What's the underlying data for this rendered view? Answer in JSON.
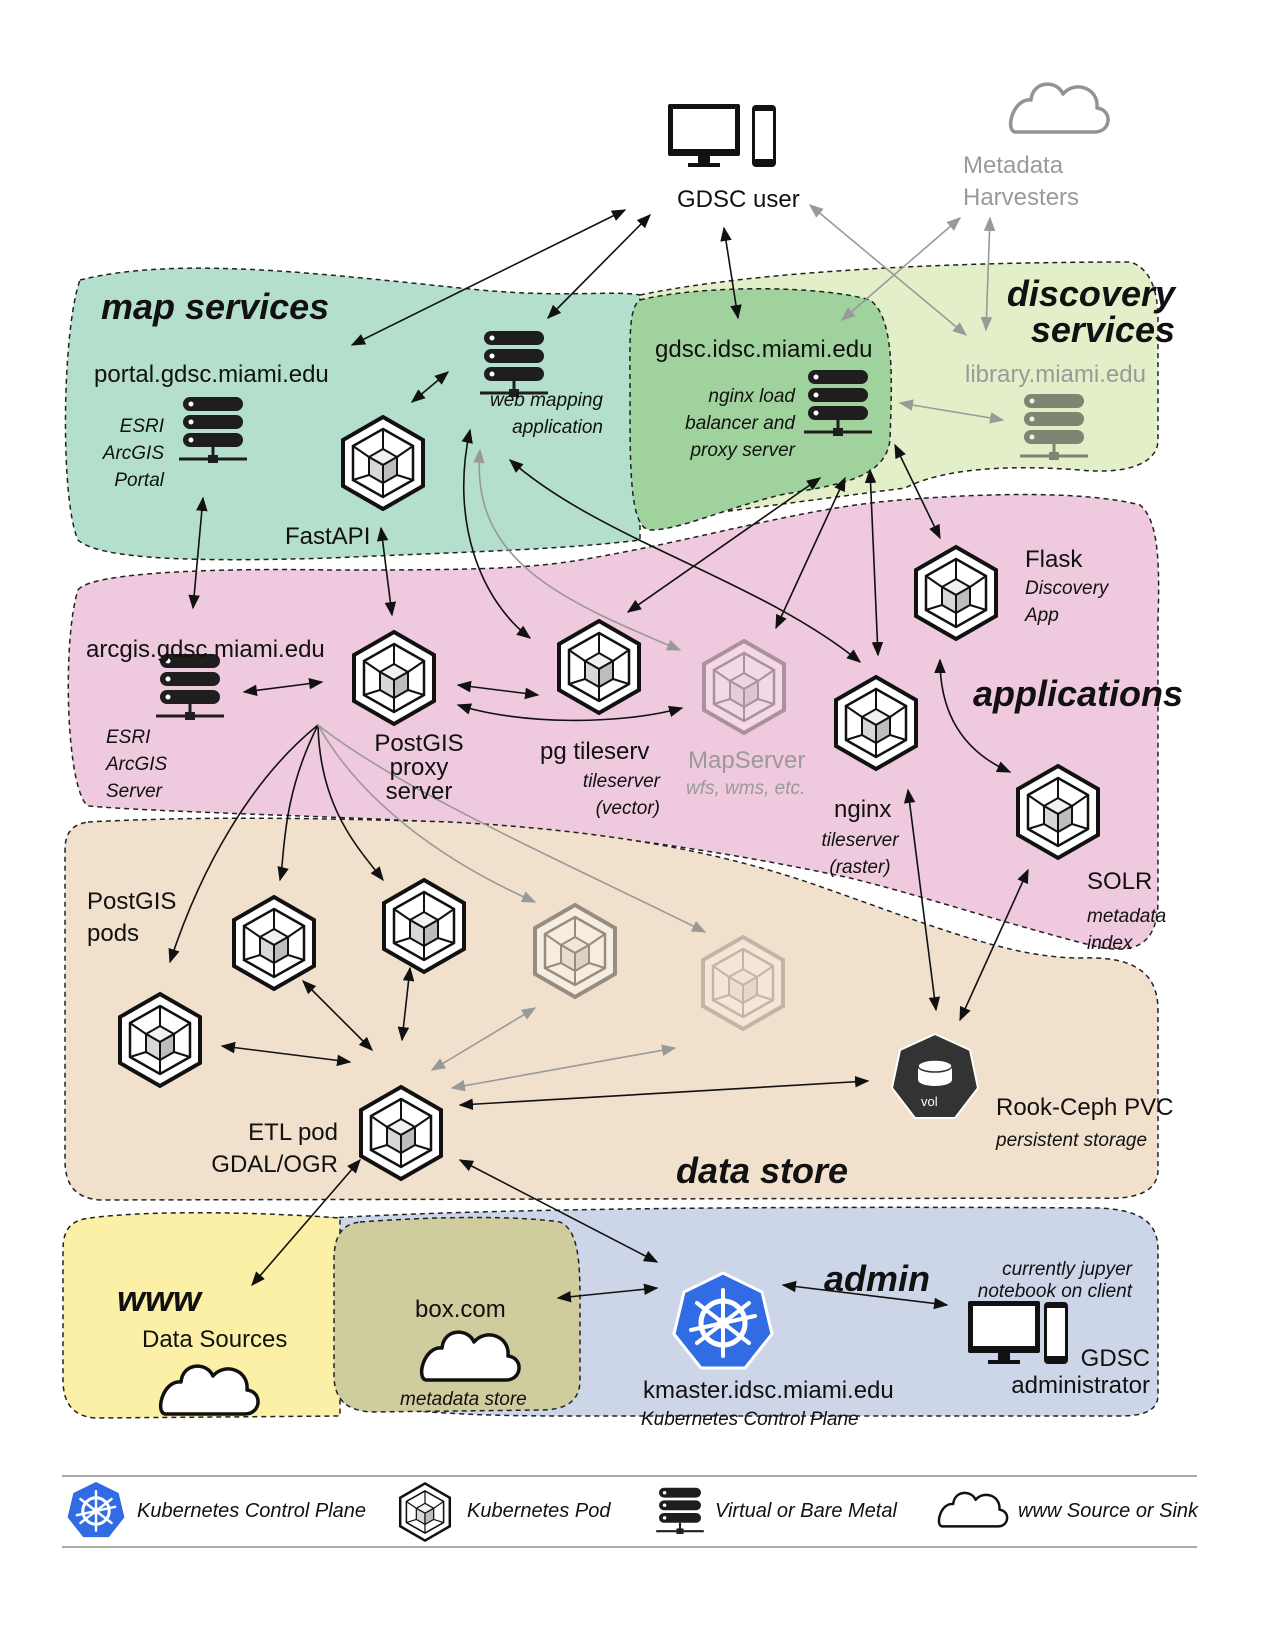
{
  "regions": {
    "map_services": "map services",
    "discovery_services": "discovery services",
    "applications": "applications",
    "data_store": "data store",
    "www": "www",
    "admin": "admin"
  },
  "nodes": {
    "gdsc_user": "GDSC user",
    "metadata_harvesters": "Metadata Harvesters",
    "portal_host": "portal.gdsc.miami.edu",
    "esri_portal": "ESRI ArcGIS Portal",
    "fastapi": "FastAPI",
    "web_mapping": "web mapping application",
    "gdsc_host": "gdsc.idsc.miami.edu",
    "nginx_lb": "nginx load balancer and proxy server",
    "library_host": "library.miami.edu",
    "flask_title": "Flask",
    "flask_sub": "Discovery App",
    "arcgis_host": "arcgis.gdsc.miami.edu",
    "esri_server": "ESRI ArcGIS Server",
    "postgis_proxy": "PostGIS proxy server",
    "pg_tileserv_title": "pg tileserv",
    "pg_tileserv_sub": "tileserver (vector)",
    "mapserver_title": "MapServer",
    "mapserver_sub": "wfs, wms, etc.",
    "nginx_title": "nginx",
    "nginx_sub": "tileserver (raster)",
    "solr_title": "SOLR",
    "solr_sub": "metadata index",
    "postgis_pods": "PostGIS pods",
    "etl_pod": "ETL pod GDAL/OGR",
    "rook_title": "Rook-Ceph PVC",
    "rook_sub": "persistent storage",
    "vol": "vol",
    "data_sources": "Data Sources",
    "box_title": "box.com",
    "box_sub": "metadata store",
    "kmaster_title": "kmaster.idsc.miami.edu",
    "kmaster_sub": "Kubernetes Control Plane",
    "jupyter_note": "currently jupyer notebook on client",
    "gdsc_admin": "GDSC administrator"
  },
  "legend": {
    "control_plane": "Kubernetes Control Plane",
    "pod": "Kubernetes Pod",
    "metal": "Virtual or Bare Metal",
    "cloud": "www Source or Sink"
  },
  "icons": [
    "desktop-icon",
    "phone-icon",
    "cloud-icon",
    "server-icon",
    "pod-icon",
    "kubernetes-helm-icon",
    "volume-icon"
  ],
  "colors": {
    "map_services": "#b3dfcc",
    "discovery_services": "#e3efc8",
    "gdsc_zone": "#9fd29c",
    "applications": "#efc9dd",
    "data_store": "#f0e0cc",
    "www": "#fbf0a6",
    "admin": "#cdd6e8",
    "box_zone": "#cfcc9e",
    "kubernetes_blue": "#326ce5"
  }
}
